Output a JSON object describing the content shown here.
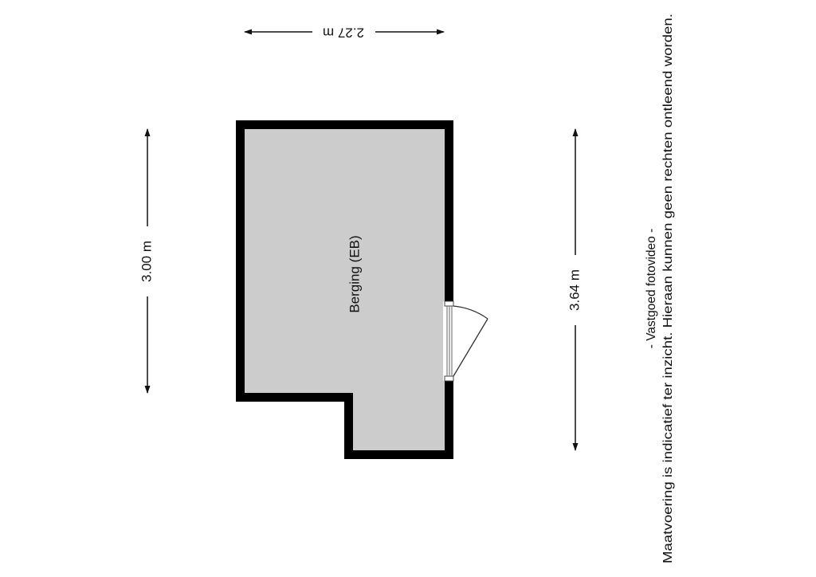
{
  "room": {
    "name": "Berging (EB)",
    "wall_color": "#000000",
    "floor_color": "#cccccc"
  },
  "dimensions": {
    "top_width": "2.27 m",
    "left_height": "3.00 m",
    "right_height": "3.64 m"
  },
  "disclaimer": {
    "line1": "- Vastgoed fotovideo -",
    "line2": "Maatvoering is indicatief ter inzicht. Hieraan kunnen geen rechten ontleend worden."
  }
}
